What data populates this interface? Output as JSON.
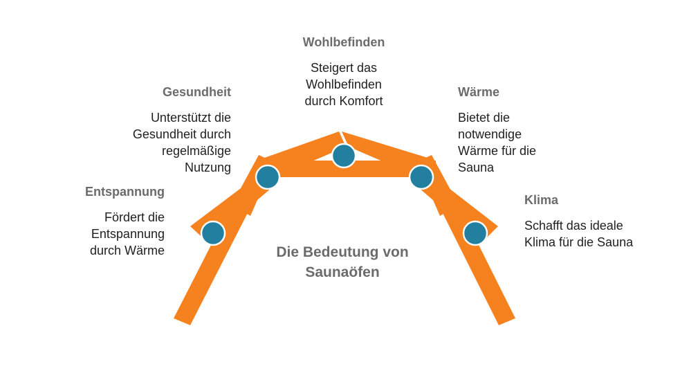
{
  "diagram": {
    "title_line1": "Die Bedeutung von",
    "title_line2": "Saunaöfen",
    "colors": {
      "beam": "#f5821f",
      "node": "#237fa0",
      "title_text": "#6b6b6b",
      "body_text": "#1f1f1f"
    },
    "items": [
      {
        "title": "Entspannung",
        "desc_lines": [
          "Fördert die",
          "Entspannung",
          "durch Wärme"
        ]
      },
      {
        "title": "Gesundheit",
        "desc_lines": [
          "Unterstützt die",
          "Gesundheit durch",
          "regelmäßige",
          "Nutzung"
        ]
      },
      {
        "title": "Wohlbefinden",
        "desc_lines": [
          "Steigert das",
          "Wohlbefinden",
          "durch Komfort"
        ]
      },
      {
        "title": "Wärme",
        "desc_lines": [
          "Bietet die",
          "notwendige",
          "Wärme für die",
          "Sauna"
        ]
      },
      {
        "title": "Klima",
        "desc_lines": [
          "Schafft das ideale",
          "Klima für die Sauna"
        ]
      }
    ]
  }
}
